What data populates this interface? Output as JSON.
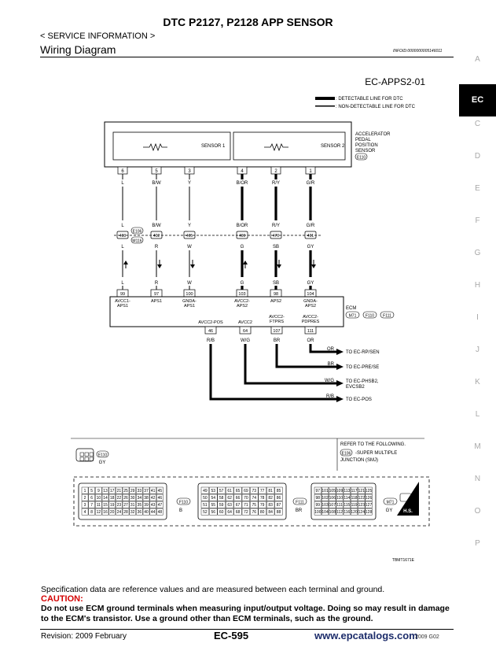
{
  "header": {
    "title": "DTC P2127, P2128 APP SENSOR",
    "breadcrumb": "< SERVICE INFORMATION >",
    "section": "Wiring Diagram",
    "info_id": "INFOID:0000000005146011"
  },
  "side_index": [
    "A",
    "EC",
    "C",
    "D",
    "E",
    "F",
    "G",
    "H",
    "I",
    "J",
    "K",
    "L",
    "M",
    "N",
    "O",
    "P"
  ],
  "side_index_active": "EC",
  "diagram": {
    "id": "EC-APPS2-01",
    "legend": {
      "detectable": ": DETECTABLE LINE FOR DTC",
      "non_detectable": ": NON-DETECTABLE LINE FOR DTC"
    },
    "sensor": {
      "label_lines": [
        "ACCELERATOR",
        "PEDAL",
        "POSITION",
        "SENSOR"
      ],
      "connector": "E110",
      "sensor1": "SENSOR 1",
      "sensor2": "SENSOR 2"
    },
    "wires": [
      {
        "pin": "6",
        "upper_color": "L",
        "joint_pin": "403",
        "lower_color": "L",
        "ecm_pin": "99",
        "ecm_label": [
          "AVCC1-",
          "APS1"
        ],
        "arrow": "up",
        "detectable": false
      },
      {
        "pin": "5",
        "upper_color": "B/W",
        "joint_pin": "402",
        "lower_color": "R",
        "ecm_pin": "97",
        "ecm_label": [
          "APS1"
        ],
        "arrow": "down",
        "detectable": false
      },
      {
        "pin": "3",
        "upper_color": "Y",
        "joint_pin": "405",
        "lower_color": "W",
        "ecm_pin": "100",
        "ecm_label": [
          "GNDA-",
          "APS1"
        ],
        "arrow": "down",
        "detectable": false
      },
      {
        "pin": "4",
        "upper_color": "B/OR",
        "joint_pin": "400",
        "lower_color": "G",
        "ecm_pin": "103",
        "ecm_label": [
          "AVCC2-",
          "APS2"
        ],
        "arrow": "up",
        "detectable": true
      },
      {
        "pin": "2",
        "upper_color": "R/Y",
        "joint_pin": "470",
        "lower_color": "SB",
        "ecm_pin": "98",
        "ecm_label": [
          "APS2"
        ],
        "arrow": "down",
        "detectable": true
      },
      {
        "pin": "1",
        "upper_color": "G/R",
        "joint_pin": "401",
        "lower_color": "GY",
        "ecm_pin": "104",
        "ecm_label": [
          "GNDA-",
          "APS2"
        ],
        "arrow": "down",
        "detectable": true
      }
    ],
    "joint_connectors": [
      "E106",
      "M116"
    ],
    "ecm": {
      "label": "ECM",
      "connectors": [
        "M71",
        "F110",
        "F111"
      ]
    },
    "ecm_outputs": [
      {
        "label": [
          "AVCC2-POS"
        ],
        "pin": "46",
        "color": "R/B",
        "dest_color": "R/B",
        "dest": [
          "TO EC-POS"
        ]
      },
      {
        "label": [
          "AVCC2"
        ],
        "pin": "64",
        "color": "W/G",
        "dest_color": "W/G",
        "dest": [
          "TO EC-PHSB2,",
          "EVCSB2"
        ]
      },
      {
        "label": [
          "AVCC2-",
          "FTPRS"
        ],
        "pin": "107",
        "color": "BR",
        "dest_color": "BR",
        "dest": [
          "TO EC-PRE/SE"
        ]
      },
      {
        "label": [
          "AVCC2-",
          "PDPRES"
        ],
        "pin": "111",
        "color": "OR",
        "dest_color": "OR",
        "dest": [
          "TO EC-RP/SEN"
        ]
      }
    ]
  },
  "connector_section": {
    "refer_note": [
      "REFER TO THE FOLLOWING.",
      "-SUPER MULTIPLE",
      "JUNCTION (SMJ)"
    ],
    "refer_connector": "E106",
    "sensor_conn": {
      "id": "E110",
      "color": "GY"
    },
    "ecm_conns": [
      {
        "id": "F110",
        "color": "B",
        "rows": [
          [
            "1",
            "5",
            "9",
            "13",
            "17",
            "21",
            "25",
            "29",
            "33",
            "37",
            "41",
            "45"
          ],
          [
            "2",
            "6",
            "10",
            "14",
            "18",
            "22",
            "26",
            "30",
            "34",
            "38",
            "42",
            "46"
          ],
          [
            "3",
            "7",
            "11",
            "15",
            "19",
            "23",
            "27",
            "31",
            "35",
            "39",
            "43",
            "47"
          ],
          [
            "4",
            "8",
            "12",
            "16",
            "20",
            "24",
            "28",
            "32",
            "36",
            "40",
            "44",
            "48"
          ]
        ]
      },
      {
        "id": "F111",
        "color": "BR",
        "rows": [
          [
            "49",
            "53",
            "57",
            "61",
            "65",
            "69",
            "73",
            "77",
            "81",
            "85"
          ],
          [
            "50",
            "54",
            "58",
            "62",
            "66",
            "70",
            "74",
            "78",
            "82",
            "86"
          ],
          [
            "51",
            "55",
            "59",
            "63",
            "67",
            "71",
            "75",
            "79",
            "83",
            "87"
          ],
          [
            "52",
            "56",
            "60",
            "64",
            "68",
            "72",
            "76",
            "80",
            "84",
            "88"
          ]
        ]
      },
      {
        "id": "M71",
        "color": "GY",
        "rows": [
          [
            "97",
            "101",
            "105",
            "109",
            "113",
            "117",
            "121",
            "125"
          ],
          [
            "98",
            "102",
            "106",
            "110",
            "114",
            "118",
            "122",
            "126"
          ],
          [
            "99",
            "103",
            "107",
            "111",
            "115",
            "119",
            "123",
            "127"
          ],
          [
            "100",
            "104",
            "108",
            "112",
            "116",
            "120",
            "124",
            "128"
          ]
        ]
      }
    ],
    "hs_badge": "H.S.",
    "figure_id": "TBMT1671E"
  },
  "footer": {
    "spec_note": "Specification data are reference values and are measured between each terminal and ground.",
    "caution_title": "CAUTION:",
    "caution_text": "Do not use ECM ground terminals when measuring input/output voltage. Doing so may result in damage to the ECM's transistor. Use a ground other than ECM terminals, such as the ground.",
    "revision": "Revision: 2009 February",
    "page": "EC-595",
    "watermark": "www.epcatalogs.com",
    "watermark_tail": "2009 G02"
  }
}
